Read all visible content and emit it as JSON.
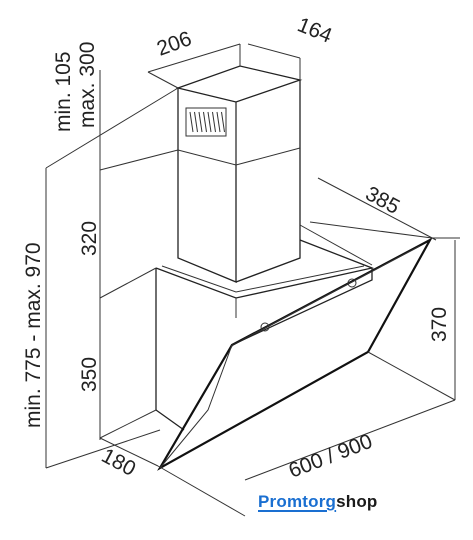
{
  "dimensions": {
    "chimney_width": "206",
    "chimney_depth": "164",
    "depth_top": "385",
    "hood_height": "370",
    "width": "600 / 900",
    "bottom_depth": "180",
    "above_chimney": "min. 105\nmax. 300",
    "above_chimney_line1": "min. 105",
    "above_chimney_line2": "max. 300",
    "chimney_height": "320",
    "body_height": "350",
    "total_height": "min. 775 - max. 970"
  },
  "logo": {
    "brand": "Promtorg",
    "suffix": "shop",
    "brand_color": "#1a6fd1",
    "suffix_color": "#1a1a1a"
  }
}
